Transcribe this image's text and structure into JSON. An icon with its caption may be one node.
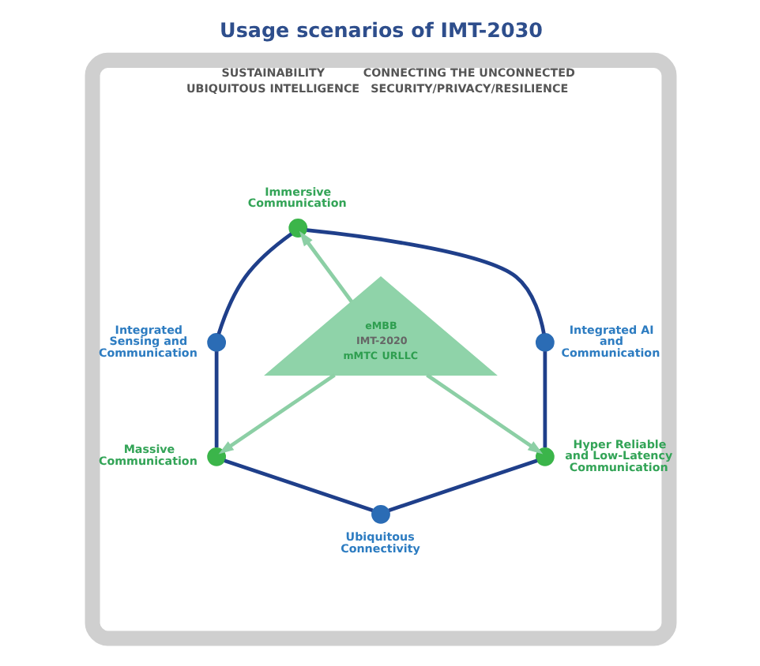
{
  "diagram": {
    "title": "Usage scenarios of IMT-2030",
    "nodes": [
      {
        "text": [
          "SUSTAINABILITY",
          "CONNECTING THE UNCONNECTED",
          "UBIQUITOUS INTELLIGENCE",
          "SECURITY/PRIVACY/RESILIENCE"
        ]
      },
      {
        "text": [],
        "shape": "circle",
        "beside": [
          "Immersive Communication"
        ],
        "in": 0
      },
      {
        "text": [],
        "shape": "circle",
        "beside": [
          "Integrated Sensing and Communication"
        ],
        "in": 0
      },
      {
        "text": [],
        "shape": "circle",
        "beside": [
          "Integrated AI and Communication"
        ],
        "in": 0
      },
      {
        "text": [
          "eMBB",
          "IMT-2020",
          "mMTC",
          "URLLC"
        ],
        "in": 0
      },
      {
        "text": [],
        "shape": "circle",
        "beside": [
          "Massive Communication"
        ],
        "in": 0
      },
      {
        "text": [],
        "shape": "circle",
        "beside": [
          "Hyper Reliable and Low-Latency Communication"
        ],
        "in": 0
      },
      {
        "text": [],
        "shape": "circle",
        "beside": [
          "Ubiquitous Connectivity"
        ],
        "in": 0
      }
    ],
    "edges": [
      {
        "from": 1,
        "to": 2,
        "arrow": "none"
      },
      {
        "from": 1,
        "to": 3,
        "arrow": "none"
      },
      {
        "from": 2,
        "to": 5,
        "arrow": "none"
      },
      {
        "from": 3,
        "to": 6,
        "arrow": "none"
      },
      {
        "from": 5,
        "to": 7,
        "arrow": "none"
      },
      {
        "from": 6,
        "to": 7,
        "arrow": "none"
      },
      {
        "from": 4,
        "to": 1,
        "arrow": "to",
        "color": "#8ccfa5"
      },
      {
        "from": 4,
        "to": 5,
        "arrow": "to",
        "color": "#8ccfa5"
      },
      {
        "from": 4,
        "to": 6,
        "arrow": "to",
        "color": "#8ccfa5"
      }
    ]
  }
}
